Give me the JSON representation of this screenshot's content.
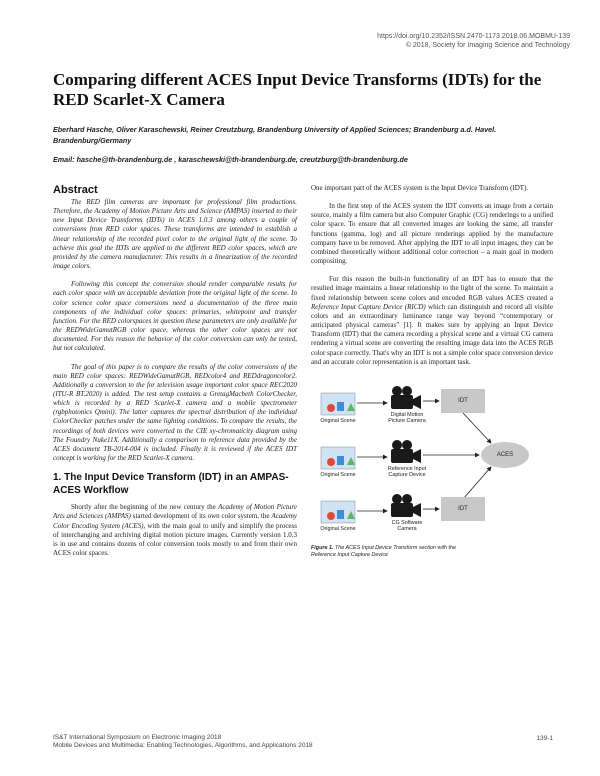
{
  "header": {
    "doi": "https://doi.org/10.2352/ISSN.2470-1173.2018.06.MOBMU-139",
    "copyright": "© 2018, Society for Imaging Science and Technology"
  },
  "title": "Comparing different ACES Input Device Transforms (IDTs) for the RED Scarlet-X Camera",
  "authors": "Eberhard Hasche, Oliver Karaschewski, Reiner Creutzburg, Brandenburg University of Applied Sciences; Brandenburg a.d. Havel. Brandenburg/Germany",
  "email": "Email: hasche@th-brandenburg.de , karaschewski@th-brandenburg.de, creutzburg@th-brandenburg.de",
  "abstract": {
    "heading": "Abstract",
    "p1": "The RED film cameras are important for professional film productions. Therefore, the Academy of Motion Picture Arts and Science (AMPAS) inserted to their new Input Device Transforms (IDTs) in ACES 1.0.3 among others a couple of conversions from RED color spaces. These transforms are intended to establish a linear relationship of the recorded pixel color to the original light of the scene. To achieve this goal the IDTs are applied to the different RED color spaces, which are provided by the camera manufacturer. This results in a linearization of the recorded image colors.",
    "p2": "Following this concept the conversion should render comparable results for each color space with an acceptable deviation from the original light of the scene. In color science color space conversions need a documentation of the three main components of the individual color spaces: primaries, whitepoint and transfer function. For the RED colorspaces in question these parameters are only available for the REDWideGamutRGB color space, whereas the other color spaces are not documented. For this reason the behavior of the color conversion can only be tested, but not calculated.",
    "p3": "The goal of this paper is to compare the results of the color conversions of the main RED color spaces: REDWideGamutRGB, REDcolor4 and REDdragoncolor2. Additionally a conversion to the for television usage important color space REC2020 (ITU-R BT.2020) is added. The test setup contains a GretagMacbeth ColorChecker, which is recorded by a RED Scarlet-X camera and a mobile spectrometer (rgbphotonics Qmini). The latter captures the spectral distribution of the individual ColorChecker patches under the same lighting conditions. To compare the results, the recordings of both devices were converted to the CIE xy-chromaticity diagram using The Foundry Nuke11X. Additionally a comparison to reference data provided by the ACES document TB-2014-004 is included. Finally it is reviewed if the ACES IDT concept is working for the RED Scarlet-X camera."
  },
  "section1": {
    "heading": "1. The Input Device Transform (IDT) in an AMPAS-ACES Workflow",
    "p1_a": "Shortly after the beginning of the new century the ",
    "p1_i1": "Academy of Motion Picture Arts and Sciences (AMPAS)",
    "p1_b": " started development of its own color system, the ",
    "p1_i2": "Academy Color Encoding System (ACES)",
    "p1_c": ", with the main goal to unify and simplify the process of interchanging and archiving digital motion picture images. Currently version 1.0.3 is in use and contains dozens of color conversion tools mostly to and from their own ACES color spaces."
  },
  "right": {
    "p1": "One important part of the ACES system is the Input Device Transform (IDT).",
    "p2": "In the first step of the ACES system the IDT converts an image from a certain source, mainly a film camera but also Computer Graphic (CG) renderings to a unified color space. To ensure that all converted images are looking the same, all transfer functions (gamma, log) and all picture renderings applied by the manufacture company have to be removed. After applying the IDT to all input images, they can be combined theoretically without additional color correction – a main goal in modern compositing.",
    "p3_a": "For this reason the built-in functionality of an IDT has to ensure that the resulted image maintains a linear relationship to the light of the scene. To maintain a fixed relationship between scene colors and encoded RGB values ACES created a ",
    "p3_i": "Reference Input Capture Device (RICD)",
    "p3_b": " which can distinguish and record all visible colors and an extraordinary luminance range way beyond “contemporary or anticipated physical cameras” [1]. It makes sure by applying an Input Device Transform (IDT) that the camera recording a physical scene and a virtual CG camera rendering a virtual scene are converting the resulting image data into the ACES RGB color space correctly. That's why an IDT is not a simple color space conversion device and an accurate color representation is an important task."
  },
  "figure": {
    "scene_labels": [
      "Original Scene",
      "Original Scene",
      "Original Scene"
    ],
    "camera_labels": [
      "Digital Motion Picture Camera",
      "Reference Input Capture Device",
      "CG Software Camera"
    ],
    "idt_labels": [
      "IDT",
      "IDT"
    ],
    "aces_label": "ACES",
    "caption_bold": "Figure 1.",
    "caption_text": " The ACES Input Device Transform section with the Reference Input Capture Device"
  },
  "footer": {
    "line1": "IS&T International Symposium on Electronic Imaging 2018",
    "line2": "Mobile Devices and Multimedia: Enabling Technologies, Algorithms, and Applications 2018",
    "page": "139-1"
  },
  "colors": {
    "figure_gray": "#c8c8c8",
    "figure_dark": "#1a1a1a"
  }
}
